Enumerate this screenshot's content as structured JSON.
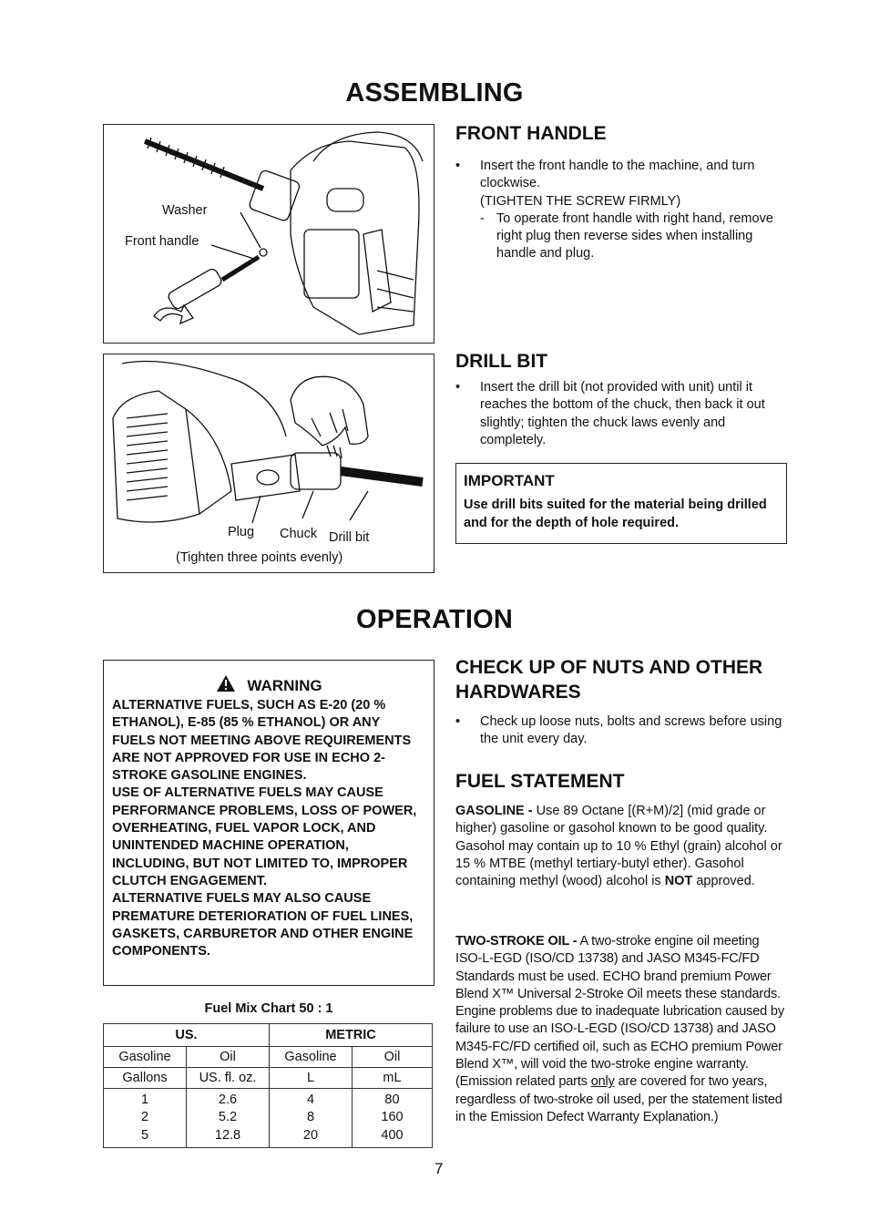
{
  "assembling": {
    "title": "ASSEMBLING",
    "front_handle": {
      "heading": "FRONT HANDLE",
      "bullet": "Insert the front handle to the machine, and turn clockwise.",
      "note": "(TIGHTEN THE SCREW FIRMLY)",
      "sub": "To operate front handle with right hand, remove right plug then reverse sides when installing handle and plug.",
      "fig_labels": {
        "washer": "Washer",
        "front_handle": "Front handle"
      }
    },
    "drill_bit": {
      "heading": "DRILL BIT",
      "bullet": "Insert the drill bit (not provided with unit) until it reaches the bottom of the chuck, then back it out slightly; tighten the chuck laws evenly and completely.",
      "fig_labels": {
        "plug": "Plug",
        "chuck": "Chuck",
        "drill_bit": "Drill bit",
        "caption": "(Tighten three points evenly)"
      }
    },
    "important": {
      "title": "IMPORTANT",
      "text": "Use drill bits suited for the material being drilled and for the depth of hole required."
    }
  },
  "operation": {
    "title": "OPERATION",
    "warning": {
      "title": "WARNING",
      "p1": "ALTERNATIVE FUELS, SUCH AS E-20 (20 % ETHANOL), E-85 (85 % ETHANOL) OR ANY FUELS NOT MEETING ABOVE REQUIREMENTS ARE NOT APPROVED FOR USE IN ECHO 2-STROKE GASOLINE ENGINES.",
      "p2": "USE OF ALTERNATIVE FUELS MAY CAUSE PERFORMANCE PROBLEMS, LOSS OF POWER, OVERHEATING, FUEL VAPOR LOCK, AND UNINTENDED MACHINE OPERATION, INCLUDING, BUT NOT LIMITED TO, IMPROPER CLUTCH ENGAGEMENT.",
      "p3": "ALTERNATIVE FUELS MAY ALSO CAUSE PREMATURE DETERIORATION OF FUEL LINES, GASKETS, CARBURETOR AND OTHER ENGINE COMPONENTS."
    },
    "fuel_chart": {
      "caption": "Fuel Mix Chart 50 : 1",
      "groups": [
        "US.",
        "METRIC"
      ],
      "headers": [
        "Gasoline",
        "Oil",
        "Gasoline",
        "Oil"
      ],
      "units": [
        "Gallons",
        "US. fl. oz.",
        "L",
        "mL"
      ],
      "col1": [
        "1",
        "2",
        "5"
      ],
      "col2": [
        "2.6",
        "5.2",
        "12.8"
      ],
      "col3": [
        "4",
        "8",
        "20"
      ],
      "col4": [
        "80",
        "160",
        "400"
      ]
    },
    "checkup": {
      "heading_l1": "CHECK UP OF NUTS AND OTHER",
      "heading_l2": "HARDWARES",
      "bullet": "Check up loose nuts, bolts and screws before using the unit every day."
    },
    "fuel_statement": {
      "heading": "FUEL STATEMENT",
      "gas_label": "GASOLINE -",
      "gas_text": " Use 89 Octane [(R+M)/2] (mid grade or higher) gasoline or gasohol known to be good quality.",
      "gas_text2": "Gasohol may contain up to 10 % Ethyl (grain) alcohol or 15 % MTBE (methyl tertiary-butyl ether). Gasohol containing methyl (wood) alcohol is ",
      "not_word": "NOT",
      "gas_text3": " approved.",
      "oil_label": "TWO-STROKE OIL -",
      "oil_text1": " A two-stroke engine oil meeting ISO-L-EGD (ISO/CD 13738) and JASO M345-FC/FD Standards must be used. ECHO brand premium Power Blend X™ Universal 2-Stroke Oil meets these standards. Engine problems due to inadequate lubrication caused by failure to use an ISO-L-EGD (ISO/CD 13738) and JASO M345-FC/FD certified oil, such as ECHO premium Power Blend X™, will void the two-stroke engine warranty.  (Emission related parts ",
      "only_word": "only",
      "oil_text2": " are covered for two years, regardless of two-stroke oil used, per the statement listed in the Emission Defect Warranty Explanation.)"
    }
  },
  "page_number": "7"
}
